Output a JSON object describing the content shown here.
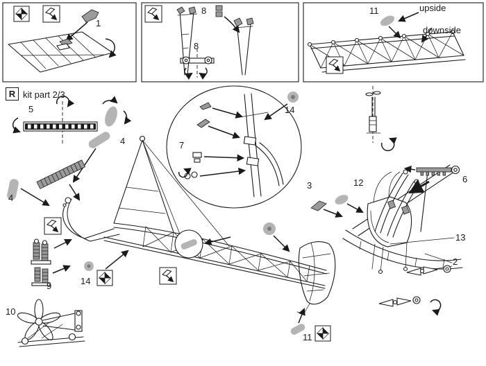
{
  "document": {
    "revision_marker": "R",
    "kit_part_label": "kit part 2/3"
  },
  "orientation_labels": {
    "upside": "upside",
    "downside": "downside"
  },
  "callouts": {
    "c1": "1",
    "c2": "2",
    "c3": "3",
    "c4a": "4",
    "c4b": "4",
    "c5": "5",
    "c6": "6",
    "c7": "7",
    "c8a": "8",
    "c8b": "8",
    "c9": "9",
    "c10": "10",
    "c11a": "11",
    "c11b": "11",
    "c12": "12",
    "c13": "13",
    "c14a": "14",
    "c14b": "14"
  },
  "icons": {
    "checkered_square": "printed-part-icon",
    "boxed_sheet": "photoetch-part-icon"
  },
  "colors": {
    "line": "#1a1a1a",
    "resin": "#b4b4b4",
    "background": "#ffffff"
  }
}
